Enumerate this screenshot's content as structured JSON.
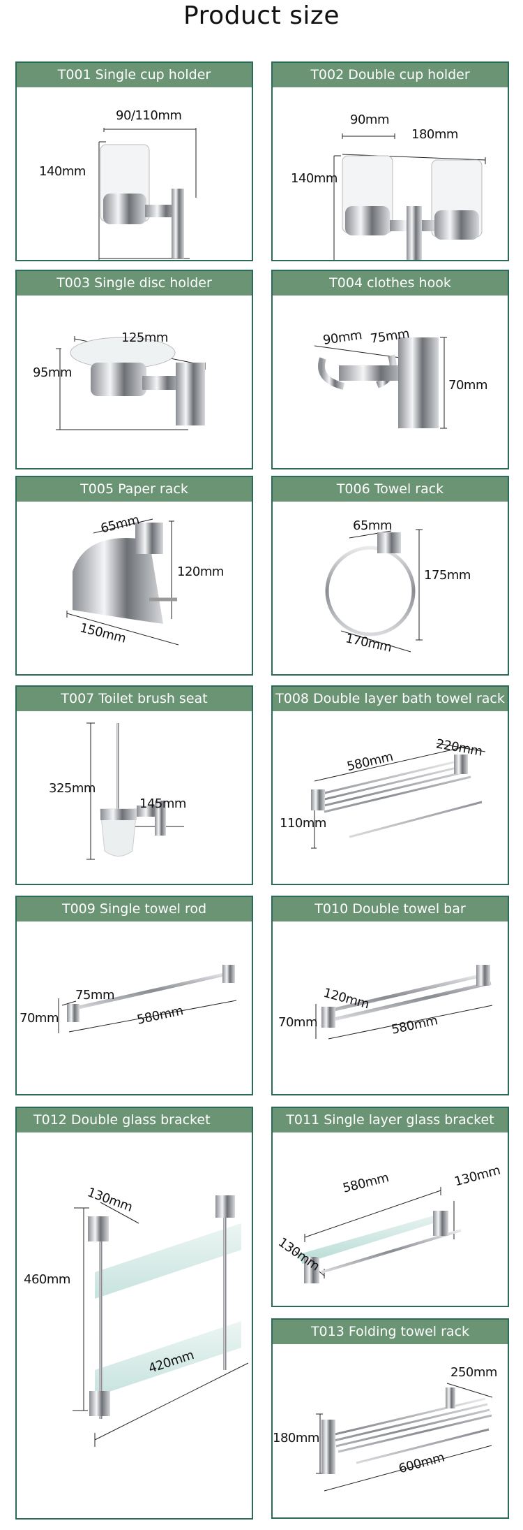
{
  "title": "Product size",
  "colors": {
    "header": "#6a9474",
    "border": "#2b6a58"
  },
  "products": [
    {
      "code_name": "T001 Single cup holder",
      "dims": [
        "90/110mm",
        "140mm"
      ]
    },
    {
      "code_name": "T002 Double cup holder",
      "dims": [
        "90mm",
        "180mm",
        "140mm"
      ]
    },
    {
      "code_name": "T003 Single disc holder",
      "dims": [
        "125mm",
        "95mm"
      ]
    },
    {
      "code_name": "T004 clothes hook",
      "dims": [
        "90mm",
        "75mm",
        "70mm"
      ]
    },
    {
      "code_name": "T005 Paper rack",
      "dims": [
        "65mm",
        "120mm",
        "150mm"
      ]
    },
    {
      "code_name": "T006 Towel rack",
      "dims": [
        "65mm",
        "175mm",
        "170mm"
      ]
    },
    {
      "code_name": "T007 Toilet brush seat",
      "dims": [
        "325mm",
        "145mm"
      ]
    },
    {
      "code_name": "T008 Double layer bath towel rack",
      "dims": [
        "580mm",
        "220mm",
        "110mm"
      ]
    },
    {
      "code_name": "T009 Single towel rod",
      "dims": [
        "75mm",
        "70mm",
        "580mm"
      ]
    },
    {
      "code_name": "T010 Double towel bar",
      "dims": [
        "120mm",
        "70mm",
        "580mm"
      ]
    },
    {
      "code_name": "T012 Double glass bracket",
      "dims": [
        "130mm",
        "460mm",
        "420mm"
      ]
    },
    {
      "code_name": "T011 Single layer glass bracket",
      "dims": [
        "580mm",
        "130mm",
        "130mm"
      ]
    },
    {
      "code_name": "T013 Folding towel rack",
      "dims": [
        "250mm",
        "180mm",
        "600mm"
      ]
    }
  ]
}
